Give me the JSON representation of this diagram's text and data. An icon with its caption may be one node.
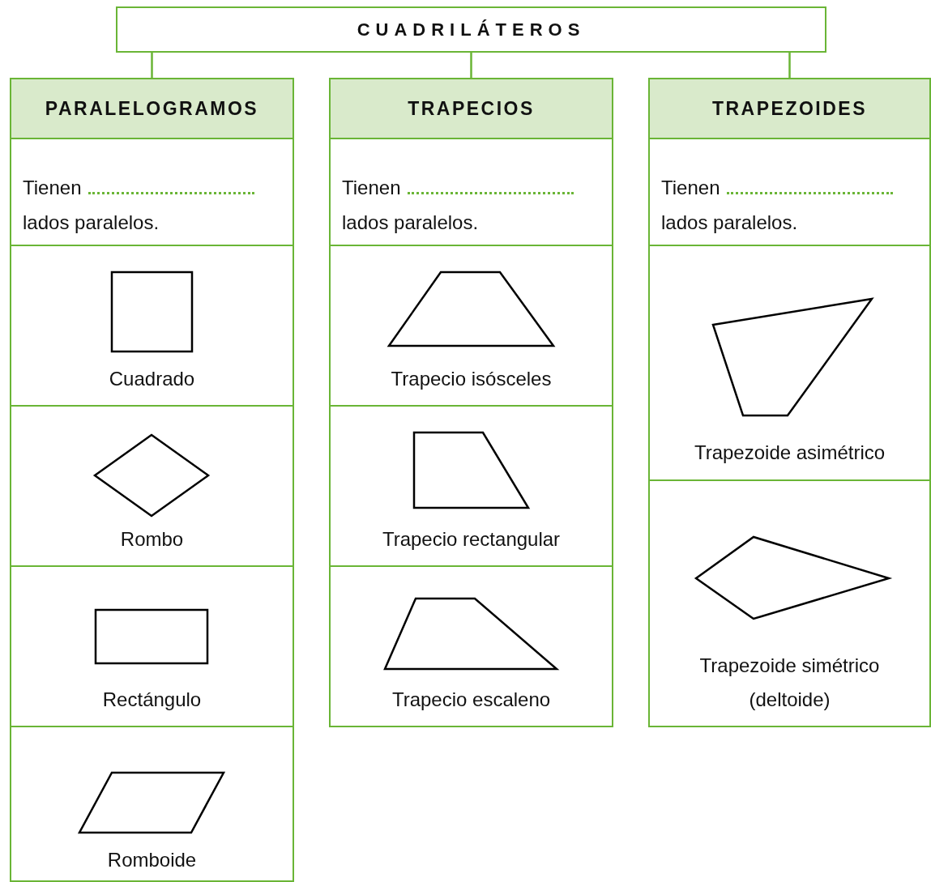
{
  "diagram": {
    "nodes": [
      {
        "text": [
          "CUADRILÁTEROS"
        ]
      },
      {
        "text": [
          "PARALELOGRAMOS"
        ]
      },
      {
        "text": [
          "TRAPECIOS"
        ]
      },
      {
        "text": [
          "TRAPEZOIDES"
        ]
      },
      {
        "text": [
          "Tienen",
          "lados paralelos."
        ]
      },
      {
        "text": [
          "Tienen",
          "lados paralelos."
        ]
      },
      {
        "text": [
          "Tienen",
          "lados paralelos."
        ]
      },
      {
        "text": [
          "Cuadrado"
        ]
      },
      {
        "text": [
          "Rombo"
        ]
      },
      {
        "text": [
          "Rectángulo"
        ]
      },
      {
        "text": [
          "Romboide"
        ]
      },
      {
        "text": [
          "Trapecio isósceles"
        ]
      },
      {
        "text": [
          "Trapecio rectangular"
        ]
      },
      {
        "text": [
          "Trapecio escaleno"
        ]
      },
      {
        "text": [
          "Trapezoide asimétrico"
        ]
      },
      {
        "text": [
          "Trapezoide simétrico (deltoide)"
        ]
      }
    ],
    "edges": [
      {
        "from": 0,
        "to": 1,
        "arrow": "none"
      },
      {
        "from": 0,
        "to": 2,
        "arrow": "none"
      },
      {
        "from": 0,
        "to": 3,
        "arrow": "none"
      }
    ]
  }
}
